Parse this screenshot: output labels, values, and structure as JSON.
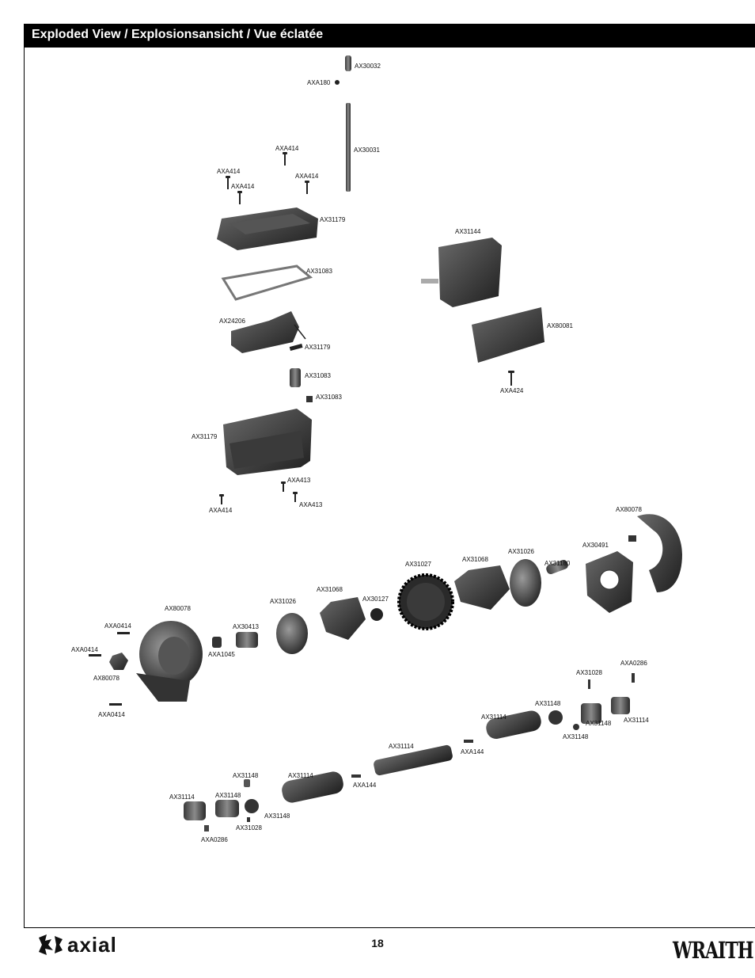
{
  "header": {
    "title": "Exploded View / Explosionsansicht / Vue éclatée"
  },
  "parts": {
    "p1": "AX30032",
    "p2": "AXA180",
    "p3": "AX30031",
    "p4": "AXA414",
    "p5": "AXA414",
    "p6": "AXA414",
    "p7": "AXA414",
    "p8": "AX31179",
    "p9": "AX31083",
    "p10": "AX24206",
    "p11": "AX31179",
    "p12": "AX31083",
    "p13": "AX31083",
    "p14": "AX31179",
    "p15": "AXA413",
    "p16": "AXA414",
    "p17": "AXA413",
    "p18": "AX31144",
    "p19": "AX80081",
    "p20": "AXA424",
    "p21": "AX80078",
    "p22": "AX30491",
    "p23": "AX31026",
    "p24": "AX31180",
    "p25": "AX31068",
    "p26": "AX31027",
    "p27": "AX30127",
    "p28": "AX31068",
    "p29": "AX31026",
    "p30": "AX80078",
    "p31": "AX30413",
    "p32": "AXA0414",
    "p33": "AXA0414",
    "p34": "AXA1045",
    "p35": "AX80078",
    "p36": "AXA0414",
    "p37": "AXA0286",
    "p38": "AX31028",
    "p39": "AX31148",
    "p40": "AX31114",
    "p41": "AX31148",
    "p42": "AX31114",
    "p43": "AX31148",
    "p44": "AX31114",
    "p45": "AXA144",
    "p46": "AX31148",
    "p47": "AX31114",
    "p48": "AXA144",
    "p49": "AX31114",
    "p50": "AX31148",
    "p51": "AX31148",
    "p52": "AX31028",
    "p53": "AXA0286"
  },
  "footer": {
    "page_number": "18",
    "brand_left": "axial",
    "brand_right": "WRAITH"
  }
}
